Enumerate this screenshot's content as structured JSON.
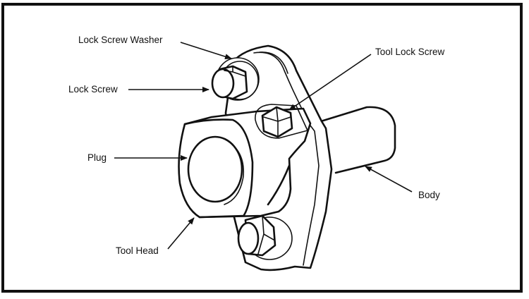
{
  "diagram": {
    "type": "labeled-assembly-drawing",
    "subject": "tool assembly",
    "colors": {
      "line": "#111111",
      "background": "#ffffff"
    },
    "labels": [
      {
        "id": "lock-screw-washer",
        "text": "Lock Screw Washer"
      },
      {
        "id": "lock-screw",
        "text": "Lock Screw"
      },
      {
        "id": "tool-lock-screw",
        "text": "Tool Lock Screw"
      },
      {
        "id": "plug",
        "text": "Plug"
      },
      {
        "id": "body",
        "text": "Body"
      },
      {
        "id": "tool-head",
        "text": "Tool Head"
      }
    ]
  }
}
